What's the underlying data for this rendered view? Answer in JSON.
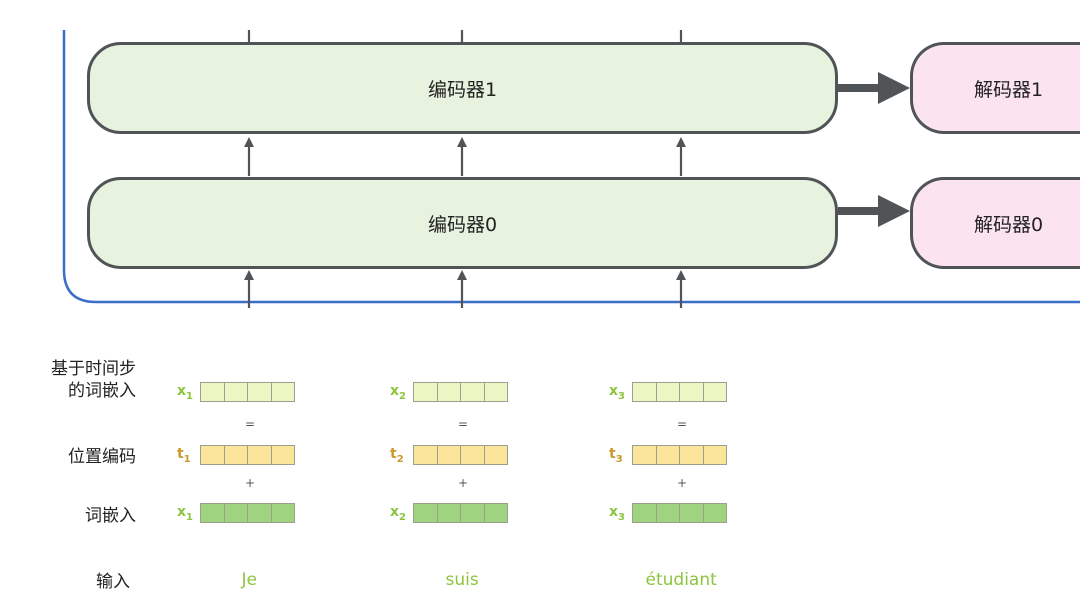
{
  "encoders": [
    {
      "label": "编码器1"
    },
    {
      "label": "编码器0"
    }
  ],
  "decoders": [
    {
      "label": "解码器1"
    },
    {
      "label": "解码器0"
    }
  ],
  "row_labels": {
    "time_embedding": "基于时间步\n的词嵌入",
    "position_encoding": "位置编码",
    "word_embedding": "词嵌入",
    "input": "输入"
  },
  "operators": {
    "equals": "=",
    "plus": "+"
  },
  "columns": [
    {
      "x_label": "x",
      "x_sub": "1",
      "t_label": "t",
      "t_sub": "1",
      "word": "Je"
    },
    {
      "x_label": "x",
      "x_sub": "2",
      "t_label": "t",
      "t_sub": "2",
      "word": "suis"
    },
    {
      "x_label": "x",
      "x_sub": "3",
      "t_label": "t",
      "t_sub": "3",
      "word": "étudiant"
    }
  ],
  "colors": {
    "block_border": "#505457",
    "encoder_fill": "#e7f2df",
    "decoder_fill": "#fbe4ef",
    "frame_blue": "#3a6fc7",
    "time_vec_fill": "#edf7c4",
    "pos_vec_fill": "#fbe59a",
    "word_vec_fill": "#9fd37f",
    "x_label_color": "#8cc43f",
    "t_label_color": "#c99a2b",
    "input_word_color": "#8cc43f"
  }
}
